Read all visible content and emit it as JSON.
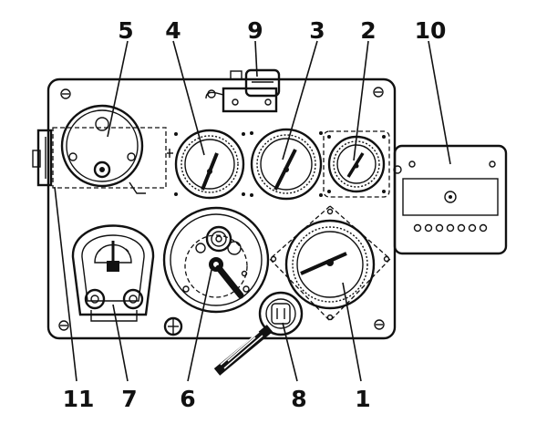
{
  "diagram": {
    "callouts": [
      {
        "id": "1",
        "label": "1"
      },
      {
        "id": "2",
        "label": "2"
      },
      {
        "id": "3",
        "label": "3"
      },
      {
        "id": "4",
        "label": "4"
      },
      {
        "id": "5",
        "label": "5"
      },
      {
        "id": "6",
        "label": "6"
      },
      {
        "id": "7",
        "label": "7"
      },
      {
        "id": "8",
        "label": "8"
      },
      {
        "id": "9",
        "label": "9"
      },
      {
        "id": "10",
        "label": "10"
      },
      {
        "id": "11",
        "label": "11"
      }
    ]
  },
  "colors": {
    "ink": "#111111",
    "paper": "#ffffff"
  }
}
